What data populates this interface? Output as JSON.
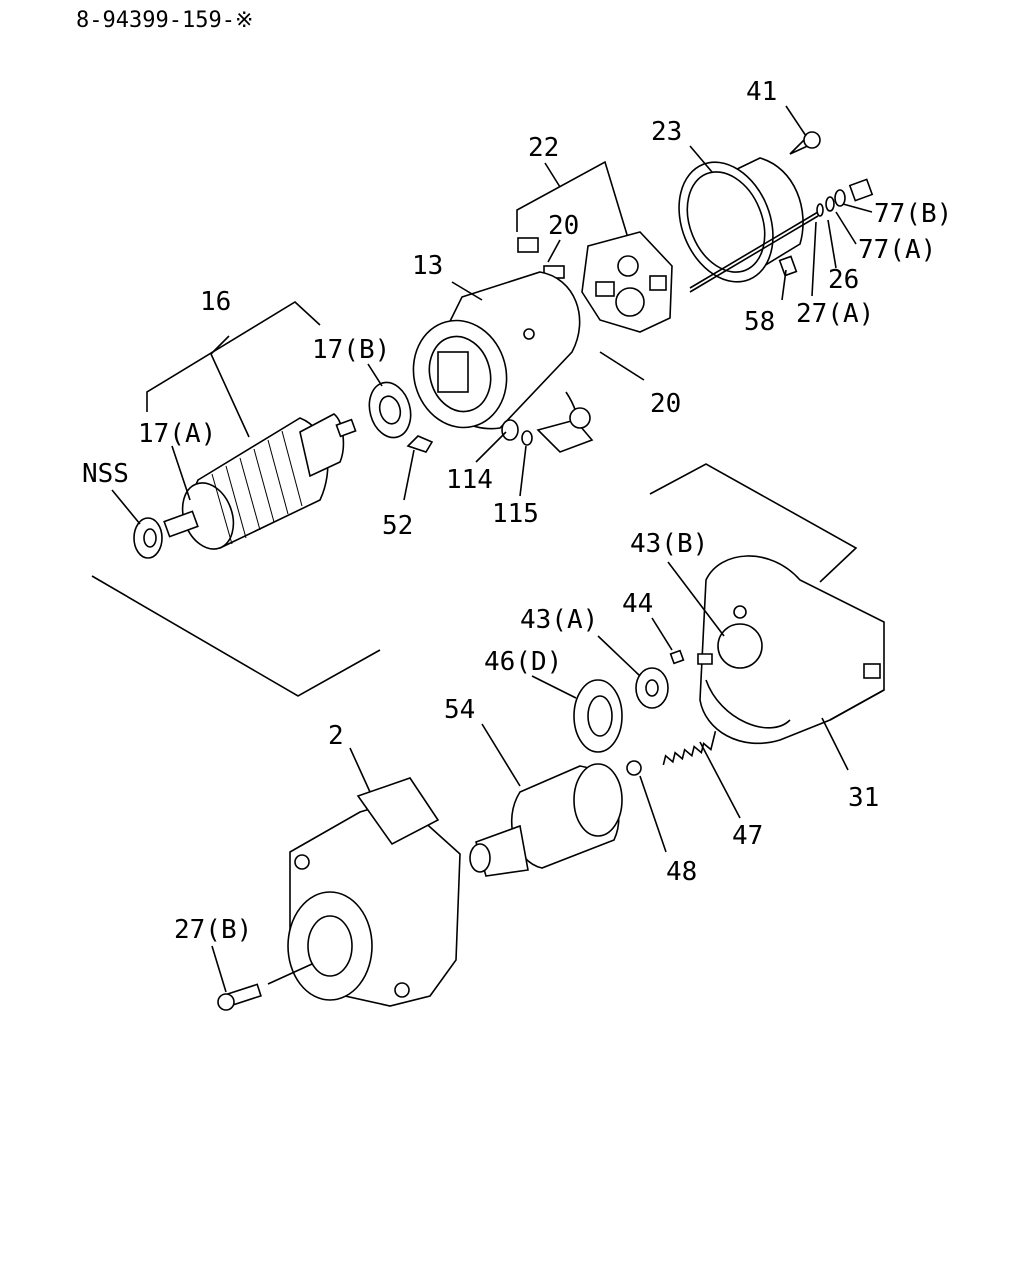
{
  "header": {
    "part_number": "8-94399-159-※"
  },
  "callouts": {
    "c41": "41",
    "c23": "23",
    "c22": "22",
    "c77b": "77(B)",
    "c77a": "77(A)",
    "c26": "26",
    "c27a": "27(A)",
    "c58": "58",
    "c20a": "20",
    "c20b": "20",
    "c13": "13",
    "c16": "16",
    "c17b": "17(B)",
    "c17a": "17(A)",
    "cnss": "NSS",
    "c52": "52",
    "c114": "114",
    "c115": "115",
    "c43b": "43(B)",
    "c44": "44",
    "c43a": "43(A)",
    "c46d": "46(D)",
    "c54": "54",
    "c2": "2",
    "c31": "31",
    "c47": "47",
    "c48": "48",
    "c27b": "27(B)"
  }
}
